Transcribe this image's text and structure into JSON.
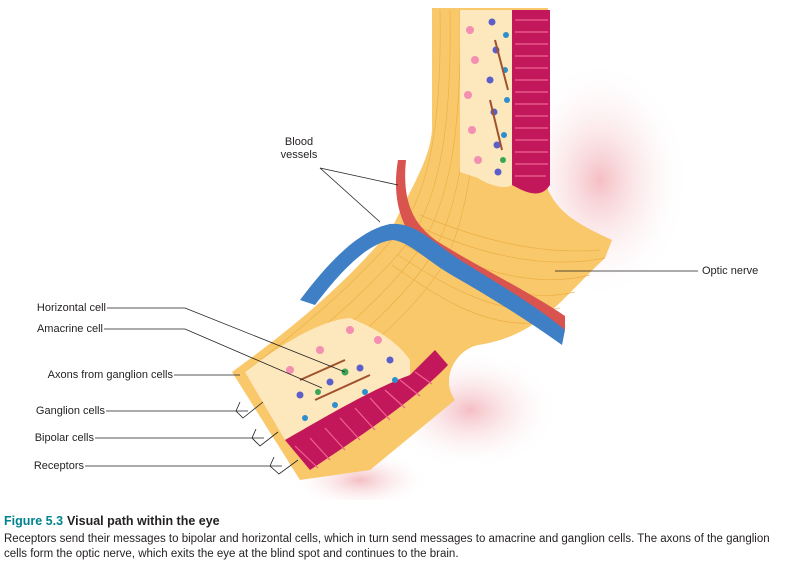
{
  "labels": {
    "blood_vessels_line1": "Blood",
    "blood_vessels_line2": "vessels",
    "optic_nerve": "Optic nerve",
    "horizontal_cell": "Horizontal cell",
    "amacrine_cell": "Amacrine cell",
    "axons_from_ganglion_cells": "Axons from ganglion cells",
    "ganglion_cells": "Ganglion cells",
    "bipolar_cells": "Bipolar cells",
    "receptors": "Receptors"
  },
  "caption": {
    "number": "Figure 5.3",
    "title": "Visual path within the eye",
    "body": "Receptors send their messages to bipolar and horizontal cells, which in turn send messages to amacrine and ganglion cells. The axons of the ganglion cells form the optic nerve, which exits the eye at the blind spot and continues to the brain."
  },
  "colors": {
    "nerve_fibers": "#f9c86a",
    "fiber_lines": "#e8a93a",
    "retina_cell_layer": "#fde7bd",
    "receptor_layer": "#c2185b",
    "artery": "#d9534f",
    "vein": "#3f7fc6",
    "ganglion_cells": "#5b5fc7",
    "bipolar_cells": "#2e8ece",
    "amacrine_cells": "#3aa655",
    "horizontal_cells": "#a0522d",
    "caption_accent": "#00838f"
  }
}
